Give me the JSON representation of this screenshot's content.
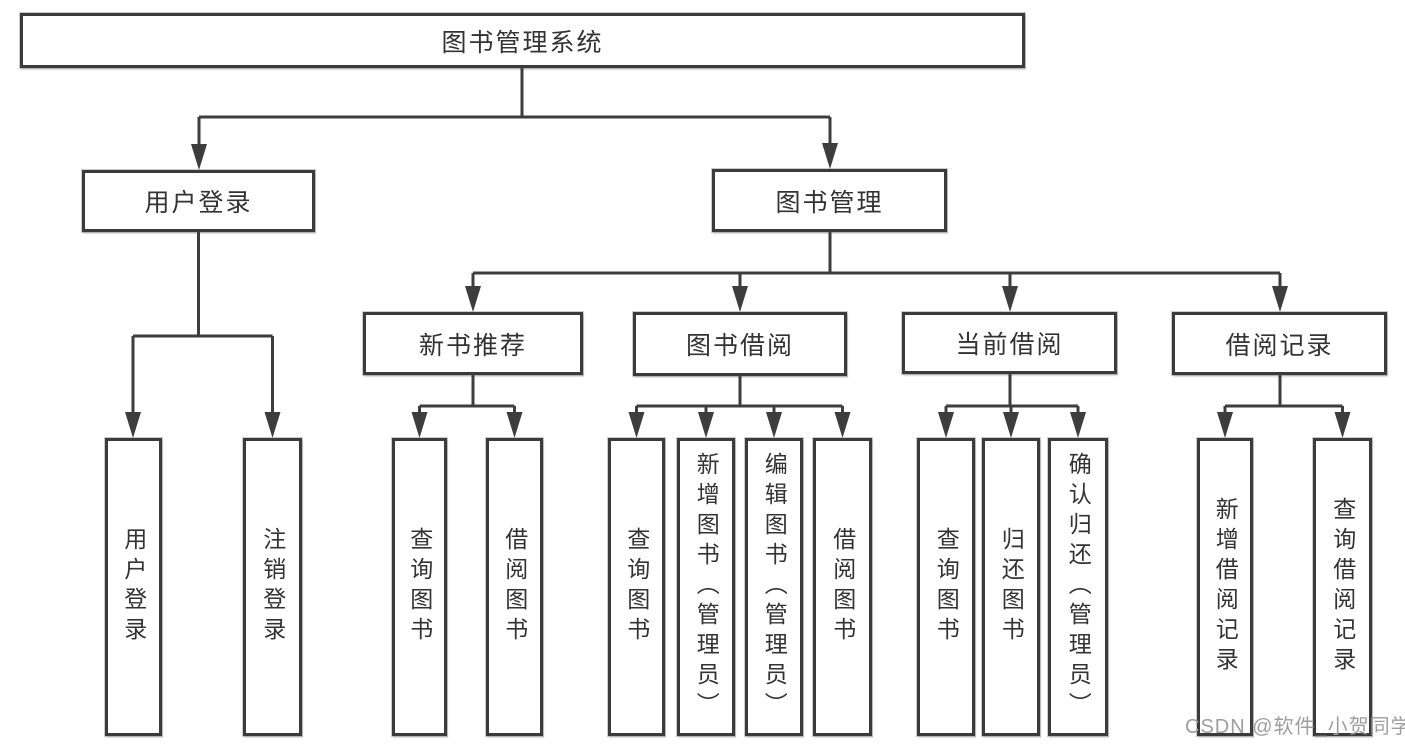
{
  "colors": {
    "background": "#ffffff",
    "line": "#3d3d3d",
    "border": "#3b3b3b",
    "text": "#333333",
    "watermark": "#9e9e9e"
  },
  "watermark": {
    "text": "CSDN @软件_小贺同学"
  },
  "tree": {
    "label": "图书管理系统",
    "children": [
      {
        "label": "用户登录",
        "children": [
          {
            "label": "用户登录"
          },
          {
            "label": "注销登录"
          }
        ]
      },
      {
        "label": "图书管理",
        "children": [
          {
            "label": "新书推荐",
            "children": [
              {
                "label": "查询图书"
              },
              {
                "label": "借阅图书"
              }
            ]
          },
          {
            "label": "图书借阅",
            "children": [
              {
                "label": "查询图书"
              },
              {
                "label": "新增图书（管理员）"
              },
              {
                "label": "编辑图书（管理员）"
              },
              {
                "label": "借阅图书"
              }
            ]
          },
          {
            "label": "当前借阅",
            "children": [
              {
                "label": "查询图书"
              },
              {
                "label": "归还图书"
              },
              {
                "label": "确认归还（管理员）"
              }
            ]
          },
          {
            "label": "借阅记录",
            "children": [
              {
                "label": "新增借阅记录"
              },
              {
                "label": "查询借阅记录"
              }
            ]
          }
        ]
      }
    ]
  }
}
